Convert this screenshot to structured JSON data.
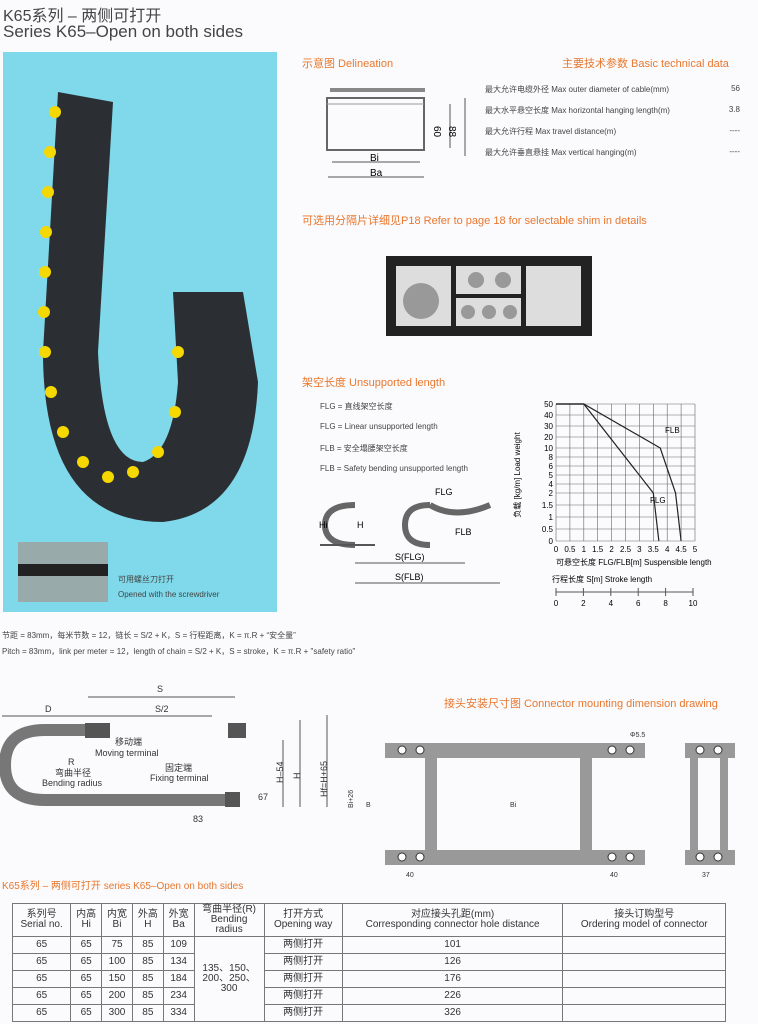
{
  "header": {
    "title_cn": "K65系列 – 两侧可打开",
    "title_en": "Series K65–Open on both sides"
  },
  "photo": {
    "caption_cn": "可用螺丝刀打开",
    "caption_en": "Opened with the screwdriver"
  },
  "delineation": {
    "heading": "示意图 Delineation",
    "dim_inner_h": "60",
    "dim_outer_h": "88",
    "bi": "Bi",
    "ba": "Ba"
  },
  "tech": {
    "heading": "主要技术参数 Basic technical data",
    "rows": [
      {
        "label": "最大允许电缆外径 Max outer diameter of cable(mm)",
        "value": "56"
      },
      {
        "label": "最大水平悬空长度 Max horizontal hanging length(m)",
        "value": "3.8"
      },
      {
        "label": "最大允许行程 Max travel distance(m)",
        "value": "----"
      },
      {
        "label": "最大允许垂直悬挂 Max vertical hanging(m)",
        "value": "----"
      }
    ]
  },
  "shim": {
    "heading": "可选用分隔片详细见P18   Refer to page 18 for selectable shim in details"
  },
  "unsupported": {
    "heading": "架空长度   Unsupported length",
    "defs": [
      "FLG = 直线架空长度",
      "FLG = Linear unsupported length",
      "FLB = 安全塌腰架空长度",
      "FLB = Safety bending unsupported length"
    ],
    "labels": {
      "flg": "FLG",
      "flb": "FLB",
      "hi": "Hi",
      "h": "H",
      "sflg": "S(FLG)",
      "sflb": "S(FLB)"
    }
  },
  "chart_data": {
    "type": "line",
    "ylabel": "负载 [kg/m] Load weight",
    "xlabel": "可悬空长度 FLG/FLB[m] Suspensible length",
    "x2label": "行程长度 S[m] Stroke length",
    "xticks": [
      "0",
      "0.5",
      "1",
      "1.5",
      "2",
      "2.5",
      "3",
      "3.5",
      "4",
      "4.5",
      "5"
    ],
    "yticks": [
      "50",
      "40",
      "30",
      "20",
      "10",
      "8",
      "6",
      "5",
      "4",
      "2",
      "1.5",
      "1",
      "0.5",
      "0"
    ],
    "x2ticks": [
      "0",
      "2",
      "4",
      "6",
      "8",
      "10"
    ],
    "xlim": [
      0,
      5
    ],
    "series": [
      {
        "name": "FLG",
        "x": [
          0,
          1,
          3.5,
          3.7
        ],
        "y": [
          50,
          50,
          2,
          0
        ]
      },
      {
        "name": "FLB",
        "x": [
          0,
          1,
          3.75,
          4.3,
          4.5
        ],
        "y": [
          50,
          50,
          10,
          2,
          0
        ]
      }
    ]
  },
  "formula": {
    "cn": "节距 = 83mm，每米节数 = 12，链长 = S/2 + K，S = 行程距离，K = π.R + “安全量”",
    "en": "Pitch = 83mm，link per meter = 12，length of chain = S/2 + K，S = stroke，K = π.R + \"safety ratio\""
  },
  "side": {
    "s": "S",
    "s2": "S/2",
    "d": "D",
    "moving_cn": "移动端",
    "moving_en": "Moving terminal",
    "r": "R",
    "bend_cn": "弯曲半径",
    "bend_en": "Bending radius",
    "fix_cn": "固定端",
    "fix_en": "Fixing terminal",
    "h54": "H–54",
    "h": "H",
    "hf": "Hf=H+65",
    "d67": "67",
    "d83": "83"
  },
  "connector": {
    "heading": "接头安装尺寸图 Connector mounting dimension drawing",
    "phi": "Φ5.5",
    "bi26": "Bi+26",
    "b": "B",
    "bi": "Bi",
    "d40a": "40",
    "d40b": "40",
    "d37": "37"
  },
  "table": {
    "heading": "K65系列 – 两侧可打开 series K65–Open on both sides",
    "headers": [
      [
        "系列号",
        "Serial no."
      ],
      [
        "内高",
        "Hi"
      ],
      [
        "内宽",
        "Bi"
      ],
      [
        "外高",
        "H"
      ],
      [
        "外宽",
        "Ba"
      ],
      [
        "弯曲半径(R)",
        "Bending radius"
      ],
      [
        "打开方式",
        "Opening way"
      ],
      [
        "对应接头孔距(mm)",
        "Corresponding connector hole distance"
      ],
      [
        "接头订购型号",
        "Ordering model of connector"
      ]
    ],
    "bending": "135、150、200、250、300",
    "rows": [
      [
        "65",
        "65",
        "75",
        "85",
        "109",
        "两侧打开",
        "101",
        ""
      ],
      [
        "65",
        "65",
        "100",
        "85",
        "134",
        "两侧打开",
        "126",
        ""
      ],
      [
        "65",
        "65",
        "150",
        "85",
        "184",
        "两侧打开",
        "176",
        ""
      ],
      [
        "65",
        "65",
        "200",
        "85",
        "234",
        "两侧打开",
        "226",
        ""
      ],
      [
        "65",
        "65",
        "300",
        "85",
        "334",
        "两侧打开",
        "326",
        ""
      ]
    ]
  }
}
